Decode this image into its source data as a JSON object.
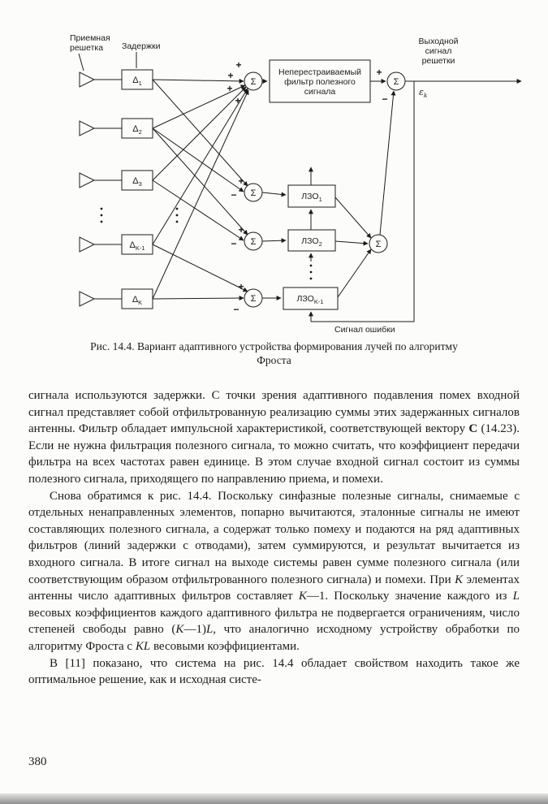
{
  "figure": {
    "labels": {
      "array_line1": "Приемная",
      "array_line2": "решетка",
      "delays": "Задержки",
      "filter_line1": "Неперестраиваемый",
      "filter_line2": "фильтр полезного",
      "filter_line3": "сигнала",
      "output_line1": "Выходной",
      "output_line2": "сигнал",
      "output_line3": "решетки",
      "error": "Сигнал ошибки",
      "epsilon": "ε",
      "epsilon_sub": "k",
      "sigma": "Σ",
      "delta": "Δ",
      "delay_sub_1": "1",
      "delay_sub_2": "2",
      "delay_sub_3": "3",
      "delay_sub_4": "K-1",
      "delay_sub_5": "K",
      "lzo": "ЛЗО",
      "lzo_sub_1": "1",
      "lzo_sub_2": "2",
      "lzo_sub_3": "K-1",
      "plus": "+",
      "minus": "−"
    },
    "caption_line1": "Рис. 14.4. Вариант адаптивного устройства формирования лучей по алгоритму",
    "caption_line2": "Фроста"
  },
  "paragraphs": [
    {
      "indent": false,
      "runs": [
        {
          "t": "сигнала используются задержки. С точки зрения адаптивного подавления помех входной сигнал представляет собой отфильтрованную реализацию суммы этих задержанных сигналов антенны. Фильтр обладает импульсной характеристикой, соответствующей вектору "
        },
        {
          "t": "C",
          "b": true
        },
        {
          "t": " (14.23). Если не нужна фильтрация полезного сигнала, то можно считать, что коэффициент передачи фильтра на всех частотах равен единице. В этом случае входной сигнал состоит из суммы полезного сигнала, приходящего по направлению приема, и помехи."
        }
      ]
    },
    {
      "indent": true,
      "runs": [
        {
          "t": "Снова обратимся к рис. 14.4. Поскольку синфазные полезные сигналы, снимаемые с отдельных ненаправленных элементов, попарно вычитаются, эталонные сигналы не имеют составляющих полезного сигнала, а содержат только помеху и подаются на ряд адаптивных фильтров (линий задержки с отводами), затем суммируются, и результат вычитается из входного сигнала. В итоге сигнал на выходе системы равен сумме полезного сигнала (или соответствующим образом отфильтрованного полезного сигнала) и помехи. При "
        },
        {
          "t": "K",
          "i": true
        },
        {
          "t": " элементах антенны число адаптивных фильтров составляет "
        },
        {
          "t": "K",
          "i": true
        },
        {
          "t": "—1. Поскольку значение каждого из "
        },
        {
          "t": "L",
          "i": true
        },
        {
          "t": " весовых коэффициентов каждого адаптивного фильтра не подвергается ограничениям, число степеней свободы равно ("
        },
        {
          "t": "K",
          "i": true
        },
        {
          "t": "—1)"
        },
        {
          "t": "L",
          "i": true
        },
        {
          "t": ", что аналогично исходному устройству обработки по алгоритму Фроста с "
        },
        {
          "t": "KL",
          "i": true
        },
        {
          "t": " весовыми коэффициентами."
        }
      ]
    },
    {
      "indent": true,
      "runs": [
        {
          "t": "В [11] показано, что система на рис. 14.4 обладает свойством находить такое же оптимальное решение, как и исходная систе-"
        }
      ]
    }
  ],
  "page_number": "380"
}
